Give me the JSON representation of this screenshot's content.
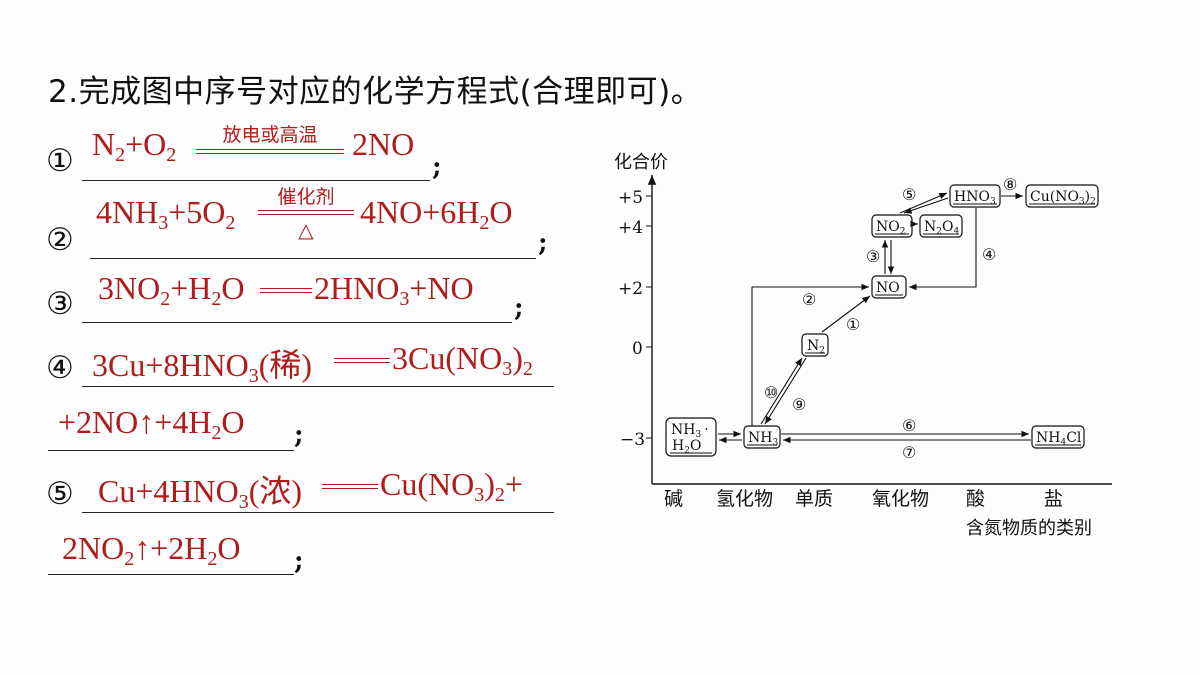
{
  "title": "2.完成图中序号对应的化学方程式(合理即可)。",
  "items": [
    {
      "num": "①",
      "eq": {
        "lhs": [
          "N",
          "2",
          "+O",
          "2"
        ],
        "cond_top": "放电或高温",
        "rhs": "2NO"
      },
      "end": ";"
    },
    {
      "num": "②",
      "eq": {
        "lhs": [
          "4NH",
          "3",
          "+5O",
          "2"
        ],
        "cond_top": "催化剂",
        "cond_bottom": "△",
        "rhs": [
          "4NO+6H",
          "2",
          "O"
        ]
      },
      "end": ";"
    },
    {
      "num": "③",
      "eq": {
        "lhs": [
          "3NO",
          "2",
          "+H",
          "2",
          "O"
        ],
        "rhs": [
          "2HNO",
          "3",
          "+NO"
        ]
      },
      "end": ";"
    },
    {
      "num": "④",
      "eq": {
        "lhs": [
          "3Cu+8HNO",
          "3",
          "(稀)"
        ],
        "rhs": [
          "3Cu(NO",
          "3",
          ")",
          "2"
        ],
        "line2": [
          "+2NO↑+4H",
          "2",
          "O"
        ]
      },
      "end": ";"
    },
    {
      "num": "⑤",
      "eq": {
        "lhs": [
          "Cu+4HNO",
          "3",
          "(浓)"
        ],
        "rhs": [
          "Cu(NO",
          "3",
          ")",
          "2",
          "+"
        ],
        "line2": [
          "2NO",
          "2",
          "↑+2H",
          "2",
          "O"
        ]
      },
      "end": ";"
    }
  ],
  "diagram": {
    "y_axis_label": "化合价",
    "x_axis_label": "含氮物质的类别",
    "y_ticks": [
      "+5",
      "+4",
      "+2",
      "0",
      "−3"
    ],
    "categories": [
      "碱",
      "氢化物",
      "单质",
      "氧化物",
      "酸",
      "盐"
    ],
    "nodes": {
      "nh3_h2o": {
        "a": "NH",
        "a_sub": "3",
        "b": "·",
        "c": "H",
        "c_sub": "2",
        "d": "O"
      },
      "nh3": {
        "a": "NH",
        "a_sub": "3"
      },
      "n2": {
        "a": "N",
        "a_sub": "2"
      },
      "no": {
        "a": "NO"
      },
      "no2": {
        "a": "NO",
        "a_sub": "2"
      },
      "n2o4": {
        "a": "N",
        "a_sub": "2",
        "b": "O",
        "b_sub": "4"
      },
      "hno3": {
        "a": "HNO",
        "a_sub": "3"
      },
      "cuno3": {
        "a": "Cu(NO",
        "a_sub": "3",
        "b": ")",
        "b_sub": "2"
      },
      "nh4cl": {
        "a": "NH",
        "a_sub": "4",
        "b": "Cl"
      }
    },
    "arrow_labels": [
      "①",
      "②",
      "③",
      "④",
      "⑤",
      "⑥",
      "⑦",
      "⑧",
      "⑨",
      "⑩"
    ]
  },
  "colors": {
    "answer": "#b01c1c",
    "text": "#111111"
  }
}
